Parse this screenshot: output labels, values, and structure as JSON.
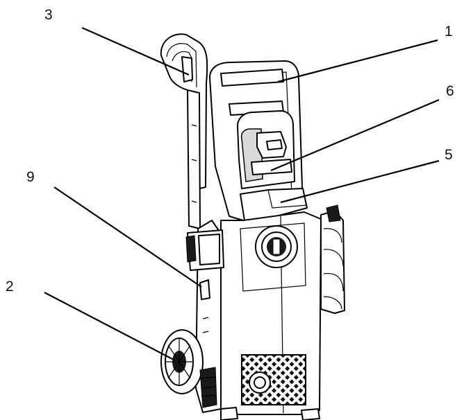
{
  "callouts": [
    {
      "id": "1",
      "label": "1"
    },
    {
      "id": "2",
      "label": "2"
    },
    {
      "id": "3",
      "label": "3"
    },
    {
      "id": "5",
      "label": "5"
    },
    {
      "id": "6",
      "label": "6"
    },
    {
      "id": "9",
      "label": "9"
    }
  ],
  "colors": {
    "line": "#000000",
    "background": "#ffffff"
  }
}
